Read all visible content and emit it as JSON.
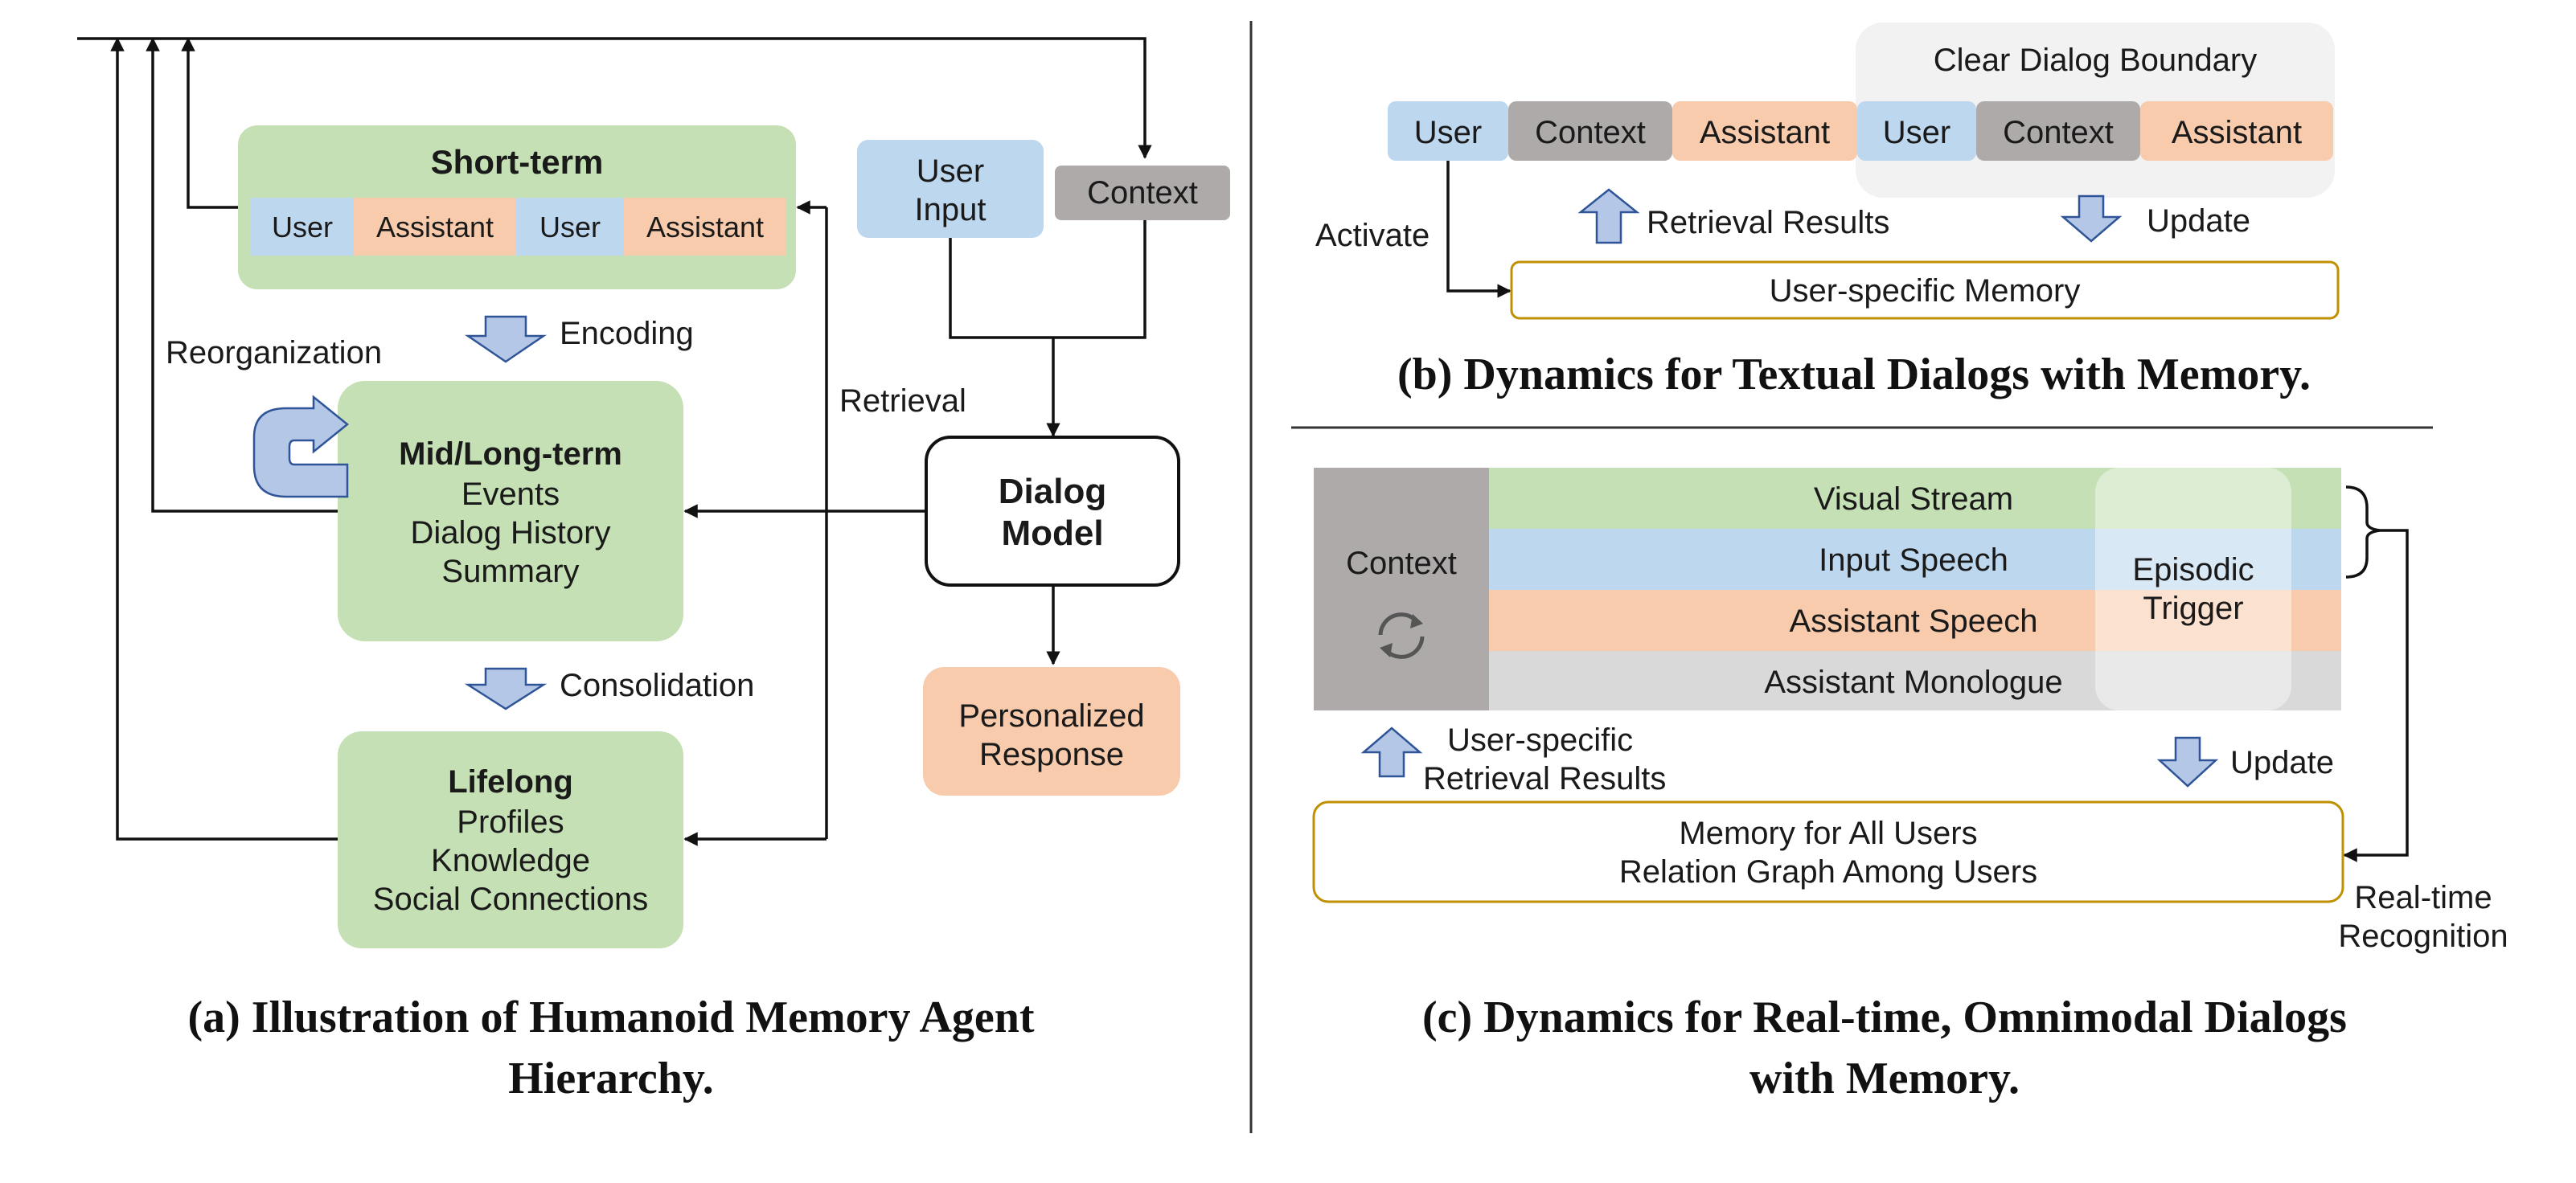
{
  "colors": {
    "green": "#c5e0b4",
    "blue": "#bdd7ee",
    "orange": "#f8cbad",
    "gray": "#aeaaaa",
    "light_gray": "#d9d9d9",
    "panel_gray": "#f2f2f2",
    "gold_border": "#bf9000",
    "arrow_fill": "#b4c7e7",
    "arrow_stroke": "#2f5597"
  },
  "panel_a": {
    "short_term": {
      "title": "Short-term",
      "items": [
        "User",
        "Assistant",
        "User",
        "Assistant"
      ]
    },
    "encoding_label": "Encoding",
    "reorganization_label": "Reorganization",
    "mid_long": {
      "title": "Mid/Long-term",
      "lines": [
        "Events",
        "Dialog History",
        "Summary"
      ]
    },
    "consolidation_label": "Consolidation",
    "lifelong": {
      "title": "Lifelong",
      "lines": [
        "Profiles",
        "Knowledge",
        "Social Connections"
      ]
    },
    "user_input": [
      "User",
      "Input"
    ],
    "context": "Context",
    "retrieval_label": "Retrieval",
    "dialog_model": [
      "Dialog",
      "Model"
    ],
    "response": [
      "Personalized",
      "Response"
    ],
    "caption": [
      "(a) Illustration of Humanoid Memory Agent",
      "Hierarchy."
    ]
  },
  "panel_b": {
    "boundary_label": "Clear Dialog Boundary",
    "sequence": [
      "User",
      "Context",
      "Assistant",
      "User",
      "Context",
      "Assistant"
    ],
    "activate_label": "Activate",
    "retrieval_results_label": "Retrieval Results",
    "update_label": "Update",
    "memory_label": "User-specific Memory",
    "caption": "(b) Dynamics for Textual Dialogs with Memory."
  },
  "panel_c": {
    "context_label": "Context",
    "streams": [
      "Visual Stream",
      "Input Speech",
      "Assistant Speech",
      "Assistant Monologue"
    ],
    "trigger": [
      "Episodic",
      "Trigger"
    ],
    "retrieval_results": [
      "User-specific",
      "Retrieval Results"
    ],
    "update_label": "Update",
    "memory": [
      "Memory for All Users",
      "Relation Graph Among Users"
    ],
    "recognition": [
      "Real-time",
      "Recognition"
    ],
    "caption": [
      "(c) Dynamics for Real-time, Omnimodal Dialogs",
      "with Memory."
    ]
  }
}
